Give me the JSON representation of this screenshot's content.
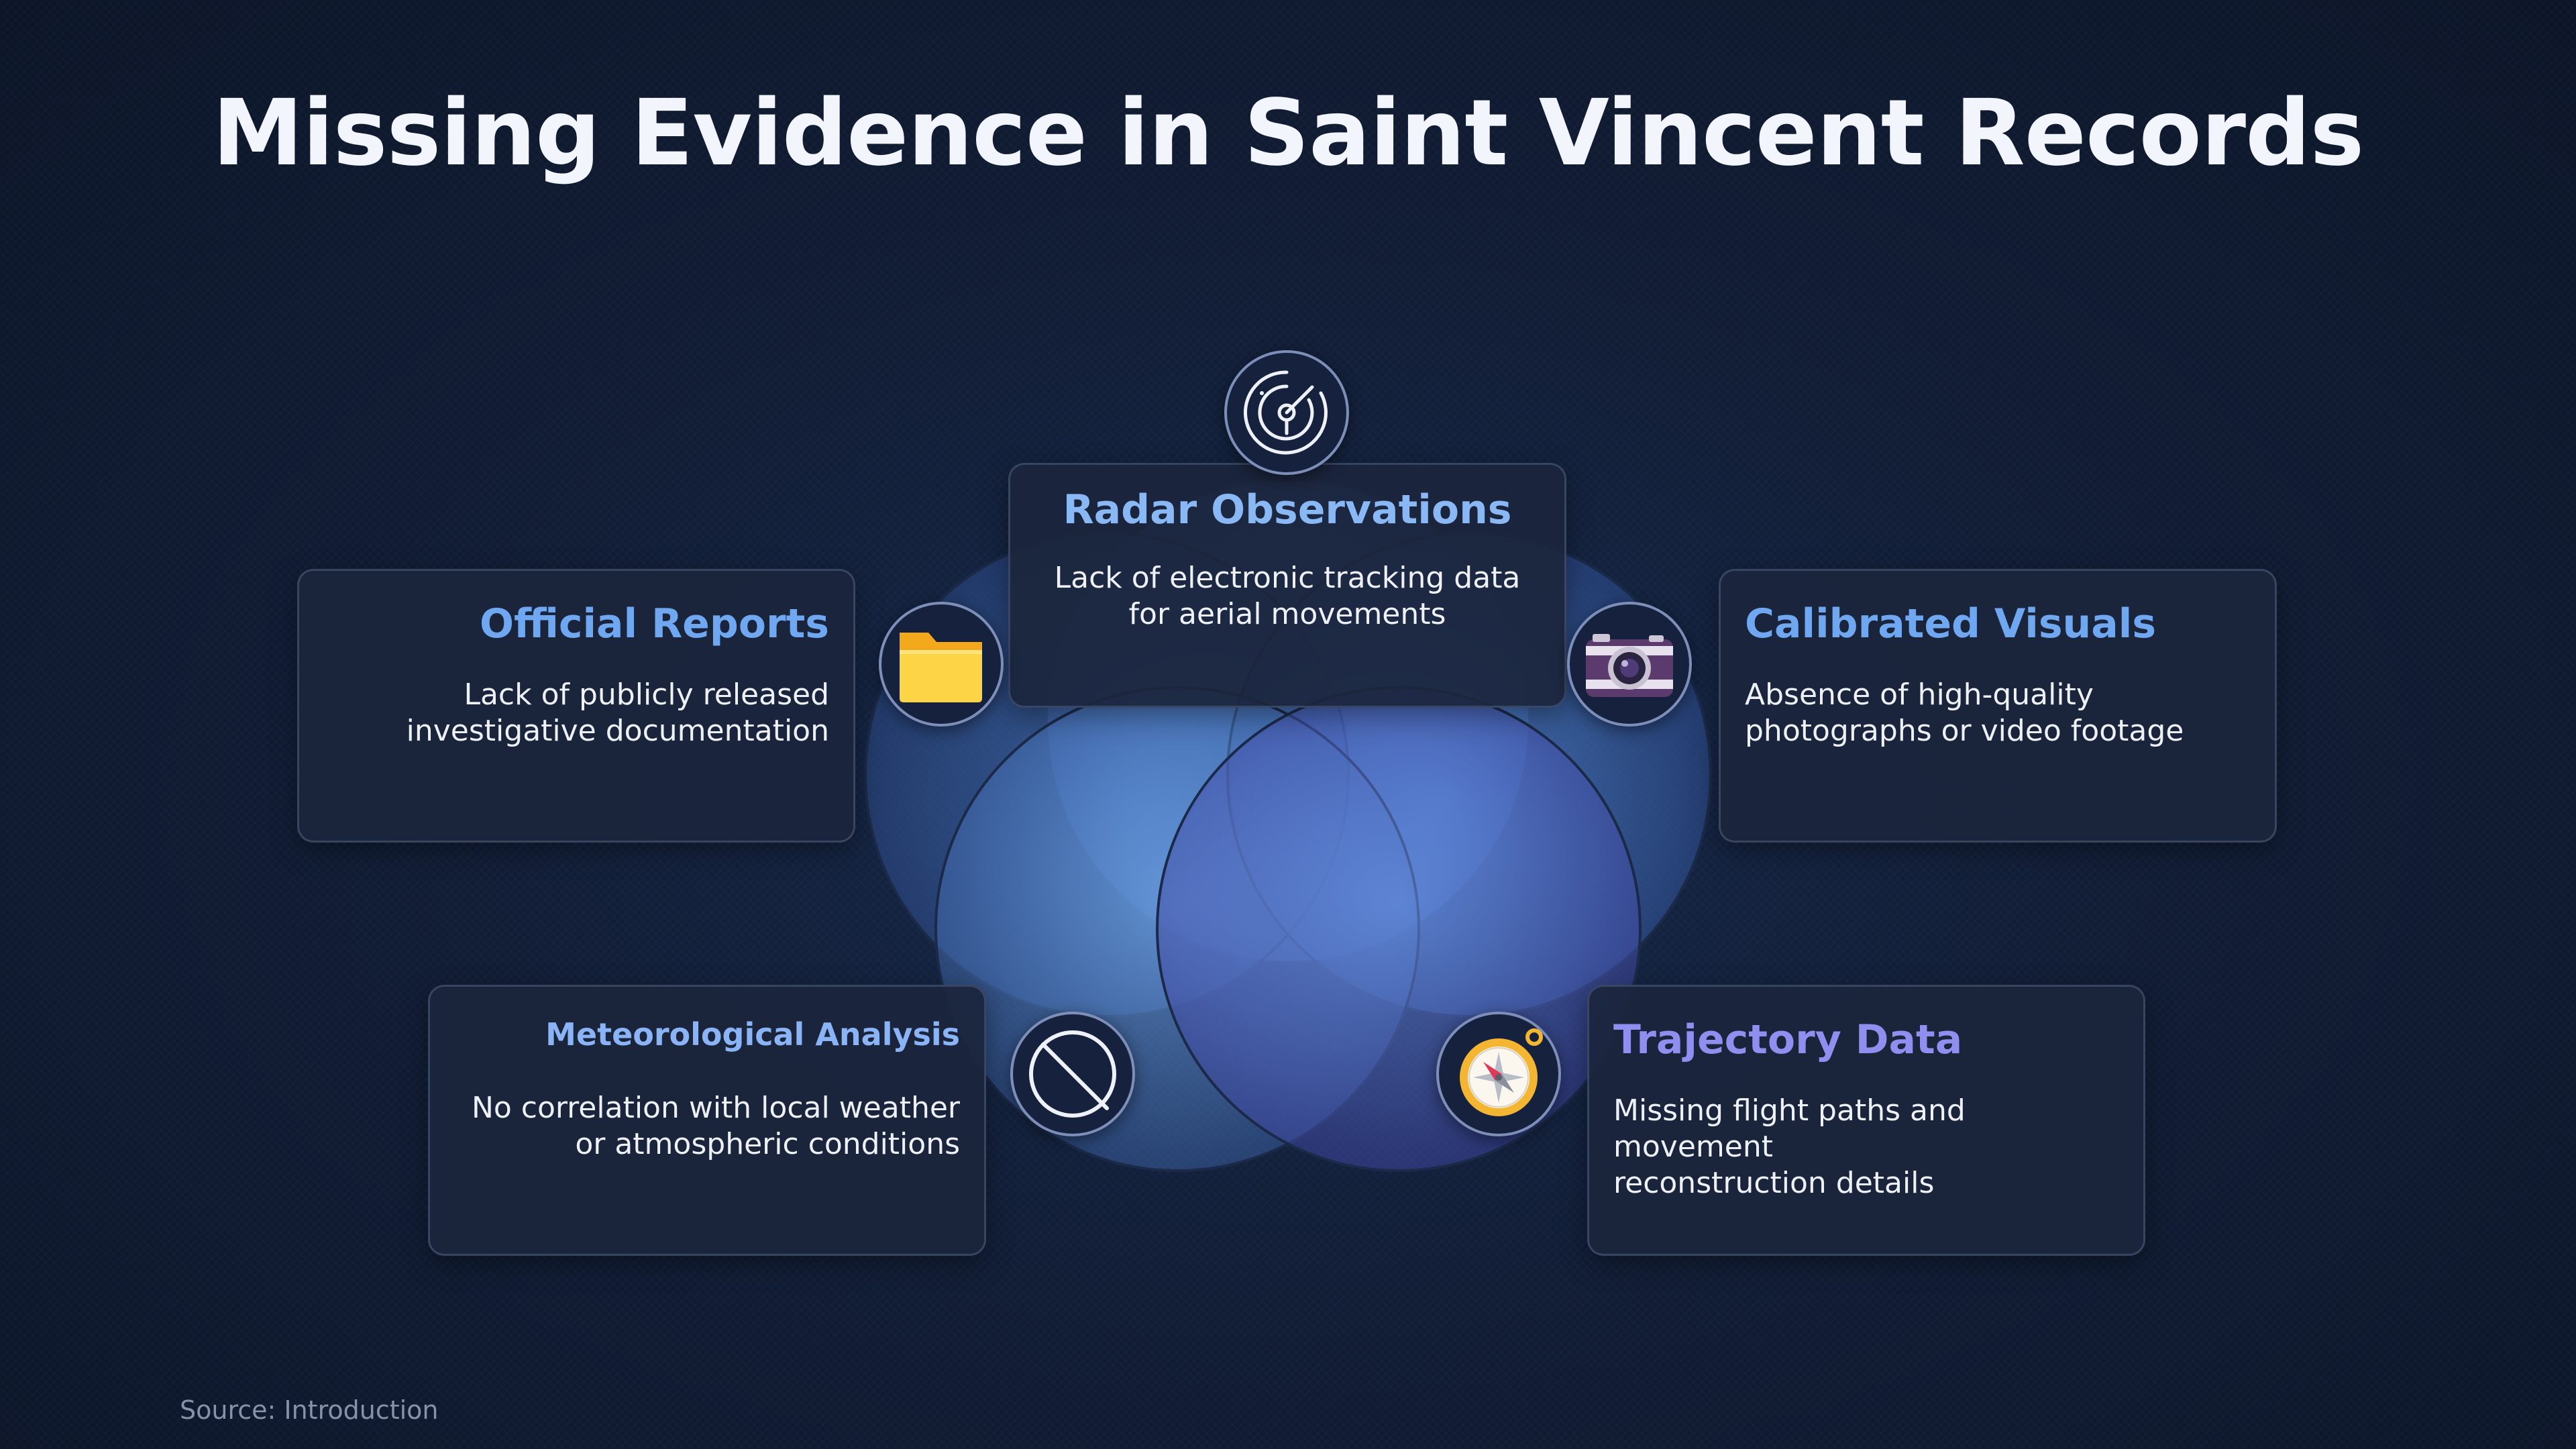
{
  "title": "Missing Evidence in Saint Vincent Records",
  "source": "Source: Introduction",
  "colors": {
    "background": "#0f1a30",
    "card": "#1b253c",
    "title_blue": "#6fa8f0",
    "title_violet": "#8f8fef",
    "circle_light": "#6aa8f5",
    "circle_dark": "#34519a"
  },
  "items": {
    "radar": {
      "title": "Radar Observations",
      "description": "Lack of electronic tracking data\nfor aerial movements",
      "icon": "radar-icon"
    },
    "official": {
      "title": "Official Reports",
      "description": "Lack of publicly released\ninvestigative documentation",
      "icon": "folder-icon"
    },
    "visuals": {
      "title": "Calibrated Visuals",
      "description": "Absence of high-quality\nphotographs or video footage",
      "icon": "camera-icon"
    },
    "meteo": {
      "title": "Meteorological Analysis",
      "description": "No correlation with local weather\nor atmospheric conditions",
      "icon": "no-symbol-icon"
    },
    "trajectory": {
      "title": "Trajectory Data",
      "description": "Missing flight paths and movement\nreconstruction details",
      "icon": "compass-icon"
    }
  }
}
